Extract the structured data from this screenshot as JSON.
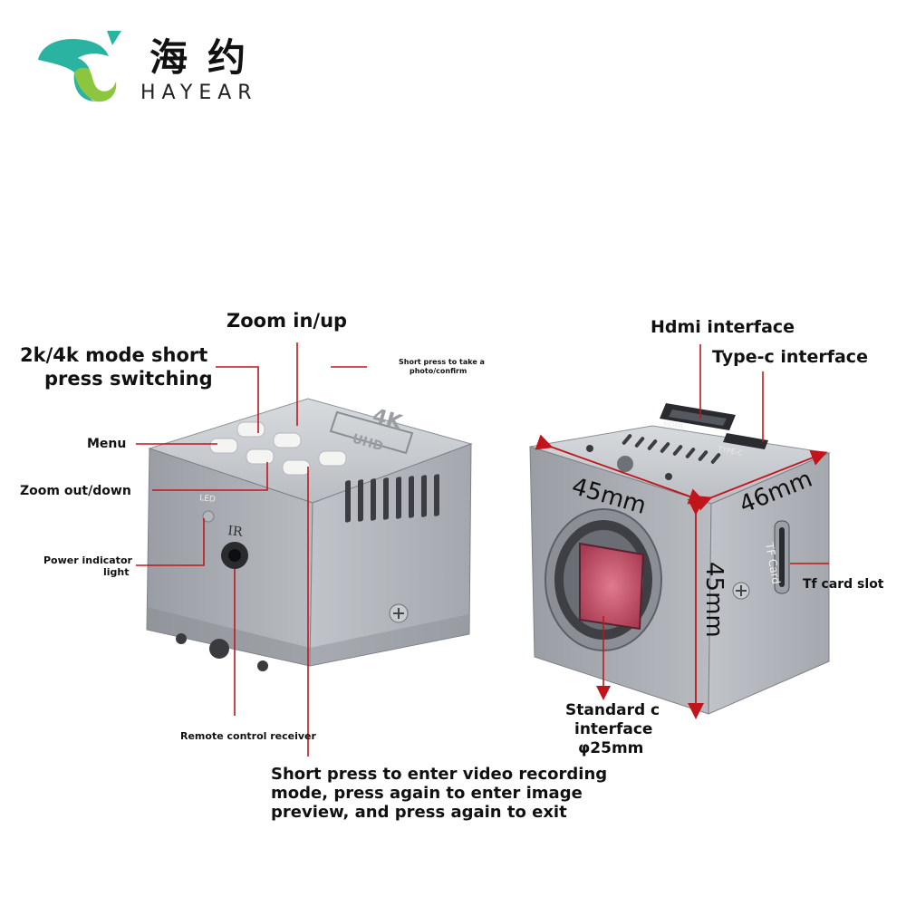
{
  "brand": {
    "name_cn": "海约",
    "name_en": "HAYEAR",
    "colors": {
      "teal": "#2bb3a1",
      "green": "#8cc63f"
    }
  },
  "camera_left": {
    "badge_top": "4K",
    "badge_bottom": "UHD",
    "led_text": "LED",
    "ir_text": "IR"
  },
  "camera_right": {
    "hdmi_text": "HDMI",
    "typec_text": "TYPE-C",
    "tf_text": "TF Card"
  },
  "callouts": {
    "zoom_in_up": "Zoom in/up",
    "mode_switch_line1": "2k/4k mode short",
    "mode_switch_line2": "press switching",
    "menu": "Menu",
    "zoom_out_down": "Zoom out/down",
    "power_light_line1": "Power indicator",
    "power_light_line2": "light",
    "remote_receiver": "Remote control receiver",
    "photo_confirm_line1": "Short press to take a",
    "photo_confirm_line2": "photo/confirm",
    "video_line1": "Short press to enter video recording",
    "video_line2": "mode, press again to enter image",
    "video_line3": "preview, and press again to exit",
    "hdmi_interface": "Hdmi interface",
    "typec_interface": "Type-c interface",
    "tf_slot": "Tf card slot",
    "cmount_line1": "Standard c",
    "cmount_line2": "interface",
    "cmount_line3": "φ25mm"
  },
  "dimensions": {
    "width": "45mm",
    "depth": "46mm",
    "height": "45mm"
  },
  "colors": {
    "callout_line": "#c0161b",
    "body_silver": "#a9adb3",
    "sensor": "#c44a63"
  }
}
